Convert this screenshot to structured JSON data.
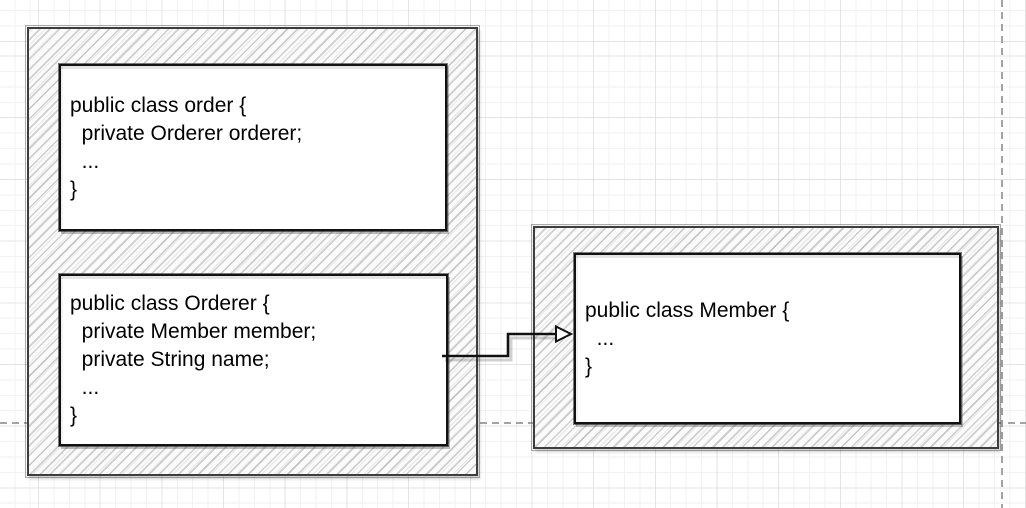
{
  "diagram": {
    "kind": "sketch-class-diagram",
    "groups": [
      {
        "id": "order-group",
        "contains": [
          "order",
          "orderer"
        ]
      },
      {
        "id": "member-group",
        "contains": [
          "member"
        ]
      }
    ],
    "nodes": {
      "order": {
        "code": "public class order {\n  private Orderer orderer;\n  ...\n}"
      },
      "orderer": {
        "code": "public class Orderer {\n  private Member member;\n  private String name;\n  ...\n}"
      },
      "member": {
        "code": "public class Member {\n  ...\n}"
      }
    },
    "edges": [
      {
        "from": "orderer-class-node",
        "to": "member-class-node",
        "style": "elbow-open-arrow"
      }
    ]
  },
  "colors": {
    "node_fill": "#ffffff",
    "node_stroke": "#121212",
    "group_stroke": "#3d3d3d",
    "hatch": "#696969",
    "grid_minor": "#f2f2f2",
    "grid_major": "#e3e3e3",
    "guide": "#a3a3a3",
    "edge_stroke": "#111111"
  }
}
